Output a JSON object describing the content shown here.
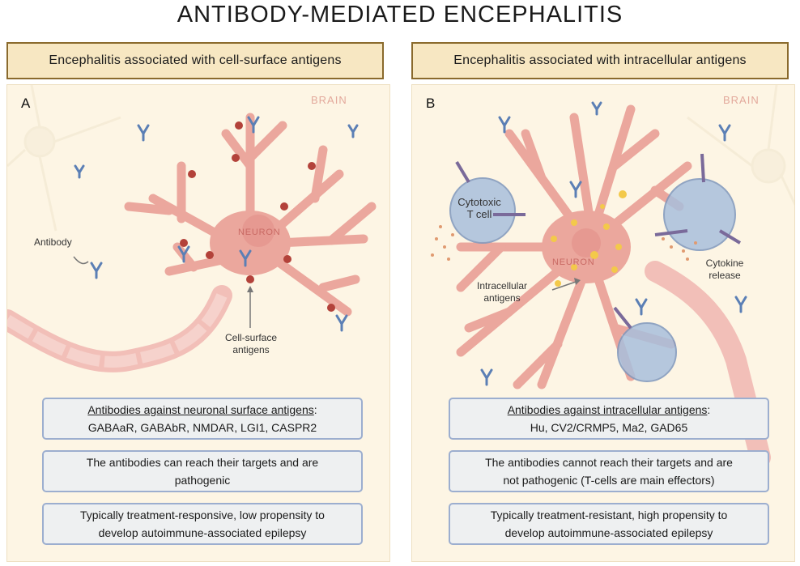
{
  "title": "ANTIBODY-MEDIATED ENCEPHALITIS",
  "panel_a": {
    "header": "Encephalitis associated with cell-surface antigens",
    "letter": "A",
    "brain_label": "BRAIN",
    "neuron_label": "NEURON",
    "antibody_label": "Antibody",
    "antigen_label_1": "Cell-surface",
    "antigen_label_2": "antigens",
    "box1_heading": "Antibodies against neuronal surface antigens",
    "box1_colon": ":",
    "box1_list": "GABAaR, GABAbR, NMDAR, LGI1, CASPR2",
    "box2_line1": "The antibodies can reach their targets and are",
    "box2_line2": "pathogenic",
    "box3_line1": "Typically treatment-responsive, low propensity to",
    "box3_line2": "develop autoimmune-associated epilepsy"
  },
  "panel_b": {
    "header": "Encephalitis associated with intracellular antigens",
    "letter": "B",
    "brain_label": "BRAIN",
    "neuron_label": "NEURON",
    "tcell_label_1": "Cytotoxic",
    "tcell_label_2": "T cell",
    "cytokine_label_1": "Cytokine",
    "cytokine_label_2": "release",
    "antigen_label_1": "Intracellular",
    "antigen_label_2": "antigens",
    "box1_heading": "Antibodies against intracellular antigens",
    "box1_colon": ":",
    "box1_list": "Hu, CV2/CRMP5, Ma2, GAD65",
    "box2_line1": "The antibodies cannot reach their targets and are",
    "box2_line2": "not pathogenic (T-cells are main effectors)",
    "box3_line1": "Typically treatment-resistant, high propensity to",
    "box3_line2": "develop autoimmune-associated epilepsy"
  },
  "colors": {
    "header_fill": "#f7e7c2",
    "header_border": "#8a6a2c",
    "panel_bg": "#fdf5e4",
    "neuron": "#eba79d",
    "antibody": "#5b7fb5",
    "antigen": "#b3423a",
    "tcell": "#a9bfdc",
    "box_border": "#9caecf"
  }
}
